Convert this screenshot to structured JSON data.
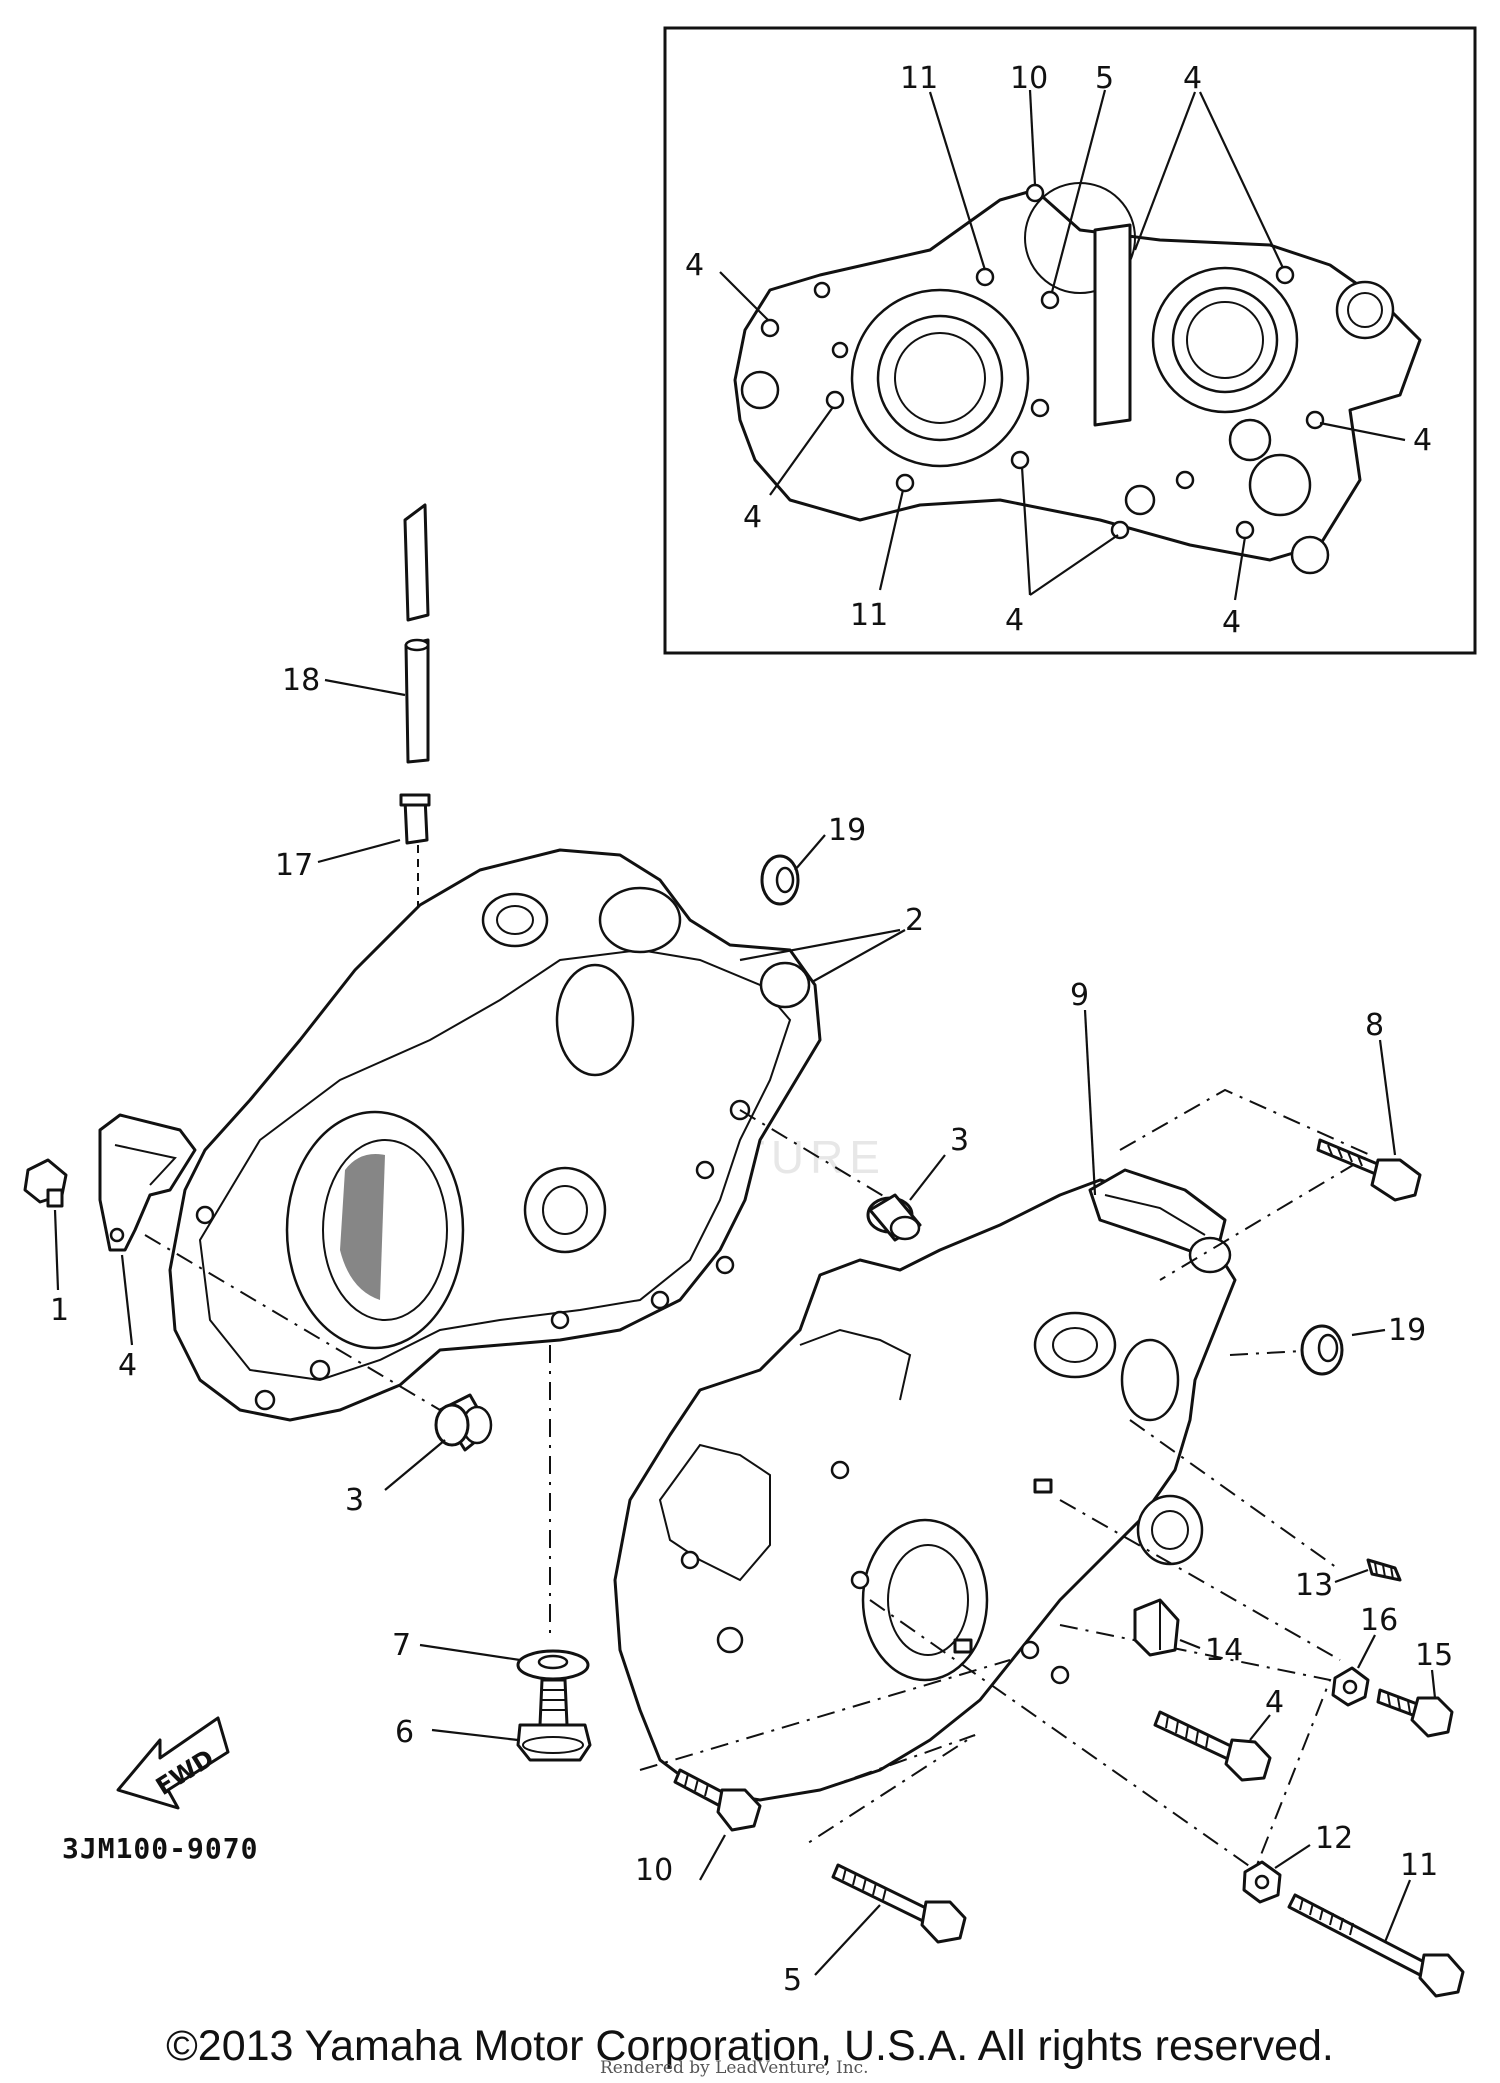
{
  "callouts": {
    "inset": [
      "11",
      "10",
      "5",
      "4",
      "4",
      "4",
      "4",
      "4",
      "4",
      "11",
      "4"
    ],
    "main": [
      "18",
      "17",
      "19",
      "2",
      "1",
      "4",
      "3",
      "3",
      "9",
      "8",
      "19",
      "13",
      "16",
      "15",
      "14",
      "4",
      "7",
      "6",
      "10",
      "12",
      "11",
      "5"
    ]
  },
  "fwd_label": "FWD",
  "diagram_code": "3JM100-9070",
  "copyright": "©2013 Yamaha Motor Corporation, U.S.A. All rights reserved.",
  "render_credit": "Rendered by LeadVenture, Inc.",
  "watermark": "LEADVENTURE"
}
